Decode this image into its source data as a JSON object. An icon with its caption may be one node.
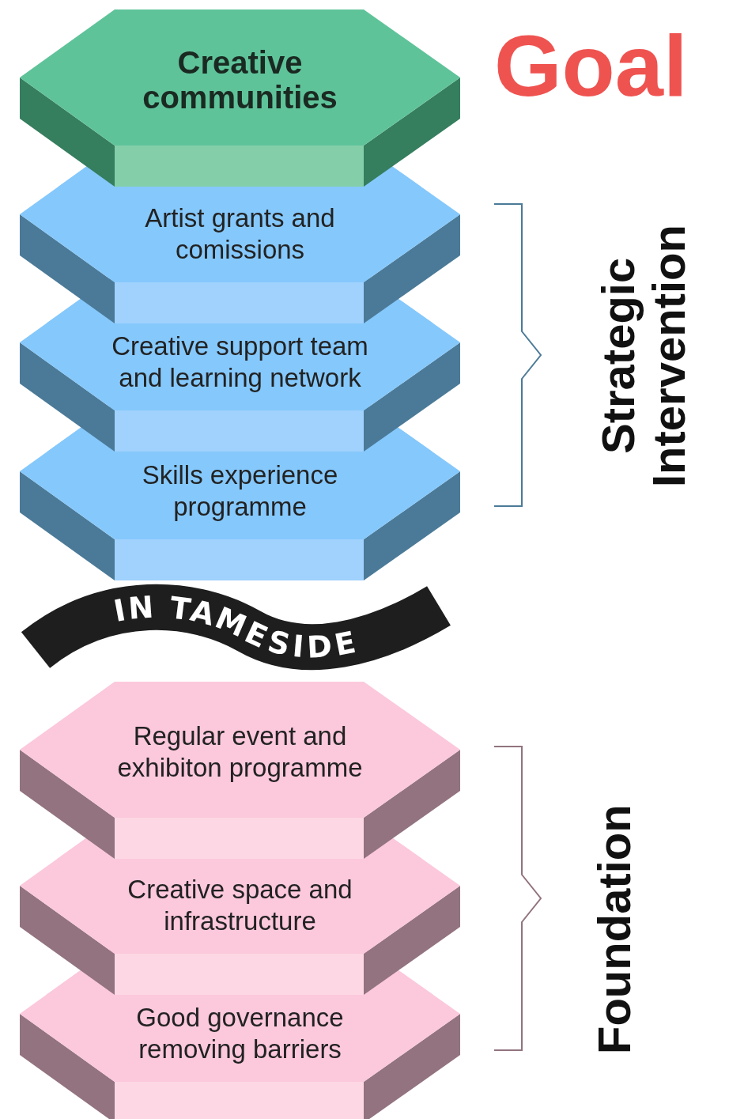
{
  "diagram": {
    "nodes": [
      {
        "text": [
          "Creative communities"
        ]
      },
      {
        "text": [
          "Artist grants and comissions"
        ]
      },
      {
        "text": [
          "Creative support team and learning network"
        ]
      },
      {
        "text": [
          "Skills experience programme"
        ]
      },
      {
        "text": [
          "IN TAMESIDE"
        ]
      },
      {
        "text": [
          "Regular event and exhibiton programme"
        ]
      },
      {
        "text": [
          "Creative space and infrastructure"
        ]
      },
      {
        "text": [
          "Good governance removing barriers"
        ]
      }
    ],
    "labels": [
      "Goal",
      "Strategic Intervention",
      "Foundation"
    ]
  }
}
